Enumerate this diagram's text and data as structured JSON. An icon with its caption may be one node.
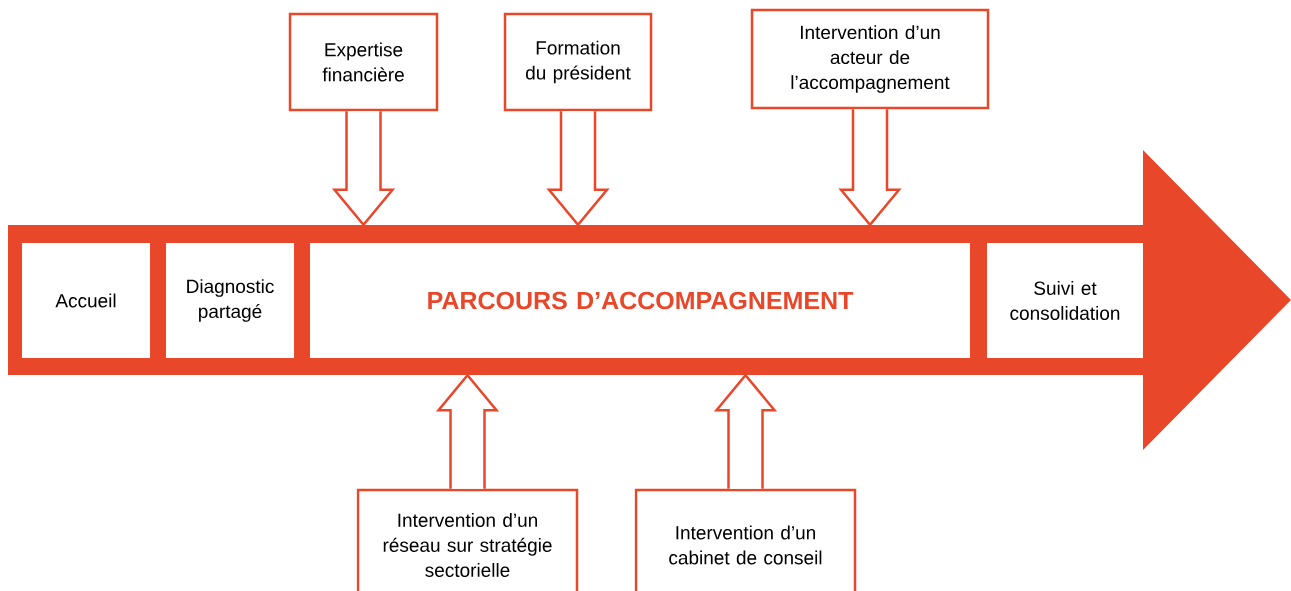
{
  "diagram": {
    "nodes": [
      {
        "text": [],
        "shape": "arrow"
      },
      {
        "text": [
          "Accueil"
        ],
        "in": 0
      },
      {
        "text": [
          "Diagnostic partagé"
        ],
        "in": 0
      },
      {
        "text": [
          "PARCOURS D’ACCOMPAGNEMENT"
        ],
        "in": 0
      },
      {
        "text": [
          "Suivi et consolidation"
        ],
        "in": 0
      },
      {
        "text": [
          "Expertise financière"
        ]
      },
      {
        "text": [
          "Formation du président"
        ]
      },
      {
        "text": [
          "Intervention d’un acteur de l’accompagnement"
        ]
      },
      {
        "text": [
          "Intervention d’un réseau sur stratégie sectorielle"
        ]
      },
      {
        "text": [
          "Intervention d’un cabinet de conseil"
        ]
      }
    ],
    "edges": [
      {
        "from": 5,
        "to": 0,
        "arrow": "to"
      },
      {
        "from": 6,
        "to": 0,
        "arrow": "to"
      },
      {
        "from": 7,
        "to": 0,
        "arrow": "to"
      },
      {
        "from": 8,
        "to": 0,
        "arrow": "to"
      },
      {
        "from": 9,
        "to": 0,
        "arrow": "to"
      }
    ]
  }
}
